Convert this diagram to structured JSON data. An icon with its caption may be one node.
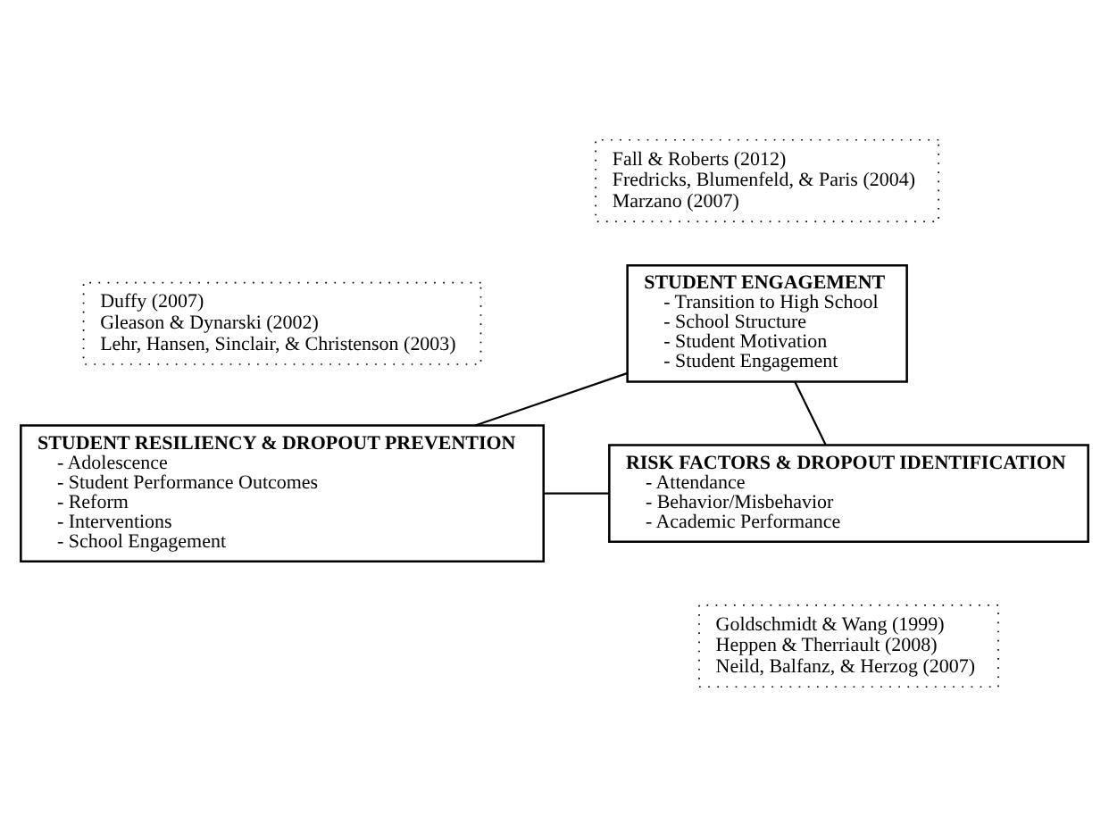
{
  "diagram": {
    "nodes": [
      {
        "text": [
          "Fall & Roberts (2012)",
          "Fredricks, Blumenfeld, & Paris (2004)",
          "Marzano (2007)"
        ]
      },
      {
        "text": [
          "STUDENT ENGAGEMENT",
          "- Transition to High School",
          "- School Structure",
          "- Student Motivation",
          "- Student Engagement"
        ]
      },
      {
        "text": [
          "Duffy (2007)",
          "Gleason & Dynarski (2002)",
          "Lehr, Hansen, Sinclair, & Christenson (2003)"
        ]
      },
      {
        "text": [
          "STUDENT RESILIENCY & DROPOUT PREVENTION",
          "- Adolescence",
          "- Student Performance Outcomes",
          "- Reform",
          "- Interventions",
          "- School Engagement"
        ]
      },
      {
        "text": [
          "RISK FACTORS & DROPOUT IDENTIFICATION",
          "- Attendance",
          "- Behavior/Misbehavior",
          "- Academic Performance"
        ]
      },
      {
        "text": [
          "Goldschmidt & Wang (1999)",
          "Heppen & Therriault (2008)",
          "Neild, Balfanz, & Herzog (2007)"
        ]
      }
    ],
    "edges": [
      {
        "from": 3,
        "to": 1,
        "arrow": "none"
      },
      {
        "from": 1,
        "to": 4,
        "arrow": "none"
      },
      {
        "from": 3,
        "to": 4,
        "arrow": "none"
      }
    ]
  }
}
